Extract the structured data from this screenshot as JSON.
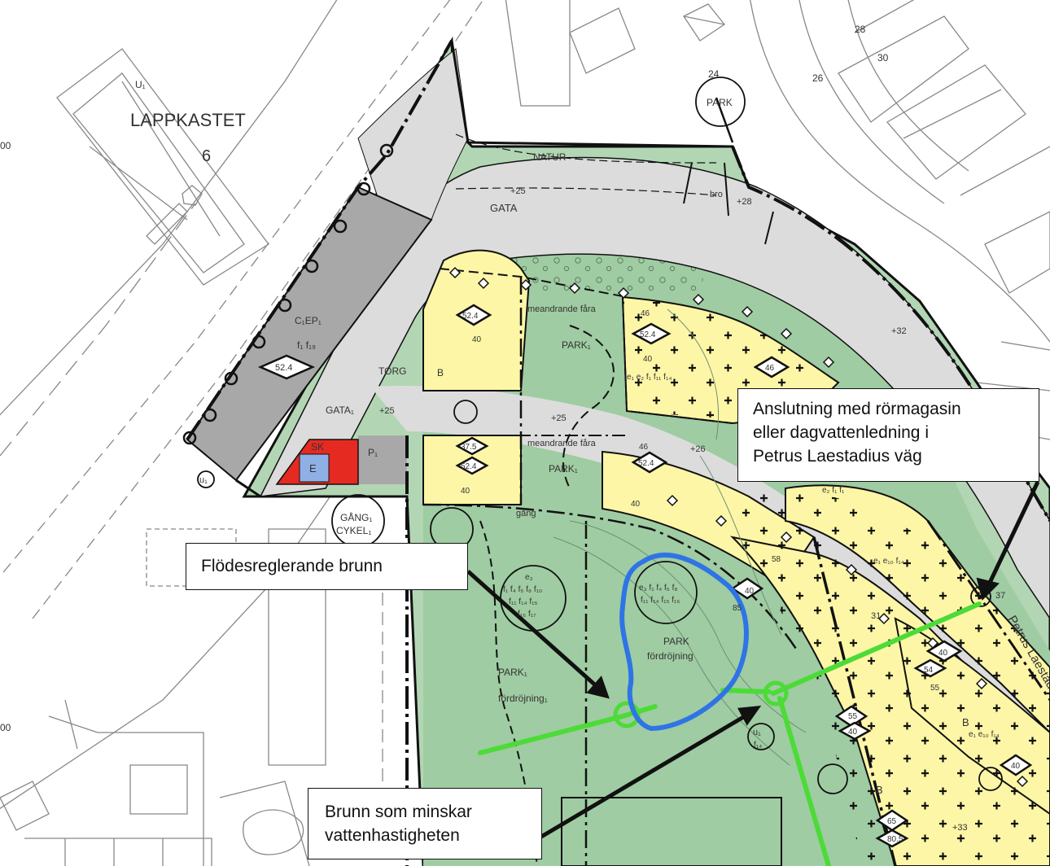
{
  "colors": {
    "park": "#9fcca2",
    "natur": "#b2d6b4",
    "residential": "#fdf6a6",
    "street": "#dcdcdc",
    "industrial": "#a8a8a8",
    "technical": "#e52a22",
    "electric": "#8fb0e5",
    "pipe": "#4cdb37",
    "pond": "#2f74e6",
    "boundary": "#111111"
  },
  "map": {
    "block_name": "LAPPKASTET",
    "block_number": "6",
    "label_u_top": "U₁",
    "park_circle_top": "PARK",
    "natur": "NATUR",
    "gata_top": "GATA",
    "bro": "bro",
    "height_25_top": "+25",
    "height_28": "+28",
    "height_32": "+32",
    "height_25_mid": "+25",
    "height_26": "+26",
    "height_31": "31",
    "height_33": "+33",
    "height_37": "37",
    "contour_24": "24",
    "contour_26": "26",
    "contour_28": "28",
    "contour_30": "30",
    "edge_00_top": "00",
    "edge_00_bottom": "00",
    "industrial_code": "C₁EP₁",
    "industrial_f": "f₁ f₁₉",
    "industrial_height": "52.4",
    "torg": "TORG",
    "gata_mid": "GATA₁",
    "gata_height": "+25",
    "meandrande_1": "meandrande fåra",
    "meandrande_2": "meandrande fåra",
    "park_upper": "PARK₁",
    "park_lower": "PARK₁",
    "sk": "SK",
    "e_box": "E",
    "p_box": "P₁",
    "u_circle": "u₁",
    "gang": "GÅNG₁",
    "cykel": "CYKEL₁",
    "gang_small": "gång",
    "park_center": "PARK",
    "fordrojning_center": "fördröjning",
    "park_left": "PARK₁",
    "fordrojning_left": "fördröjning₁",
    "circle_codes_1": "e₃",
    "circle_codes_2": "f₁ f₄ f₅ f₈ f₁₀",
    "circle_codes_3": "f₁₁ f₁₄ f₁₅",
    "circle_codes_4": "f₁₆ f₁₇",
    "pond_codes_1": "e₃ f₁ f₄ f₅ f₈",
    "pond_codes_2": "f₁₁ f₁₄ f₁₅ f₁₆",
    "u_lower": "u₁",
    "f14_lower": "f₁₄",
    "res_b": "B",
    "res_b2": "B",
    "res_b3": "B",
    "res_codes_1": "e₁ e₂ f₁ f₁₁ f₁₄",
    "res_codes_2": "e₂ f₁ f₁",
    "res_codes_3": "e₁ e₁₀ f₁₄",
    "res_codes_4": "e₁ e₁₀ f₁₄",
    "road_name": "Petrus Laestadius",
    "heights": [
      "52.4",
      "40",
      "37.5",
      "52.4",
      "40",
      "46",
      "52.4",
      "40",
      "46",
      "52.4",
      "40",
      "46",
      "40",
      "85",
      "58",
      "40",
      "54",
      "55",
      "55",
      "40",
      "65",
      "80.5",
      "40"
    ]
  },
  "annotations": {
    "top_right": [
      "Anslutning med rörmagasin",
      "eller dagvattenledning i",
      "Petrus Laestadius väg"
    ],
    "mid_left": [
      "Flödesreglerande brunn"
    ],
    "bottom": [
      "Brunn som minskar",
      "vattenhastigheten"
    ]
  }
}
